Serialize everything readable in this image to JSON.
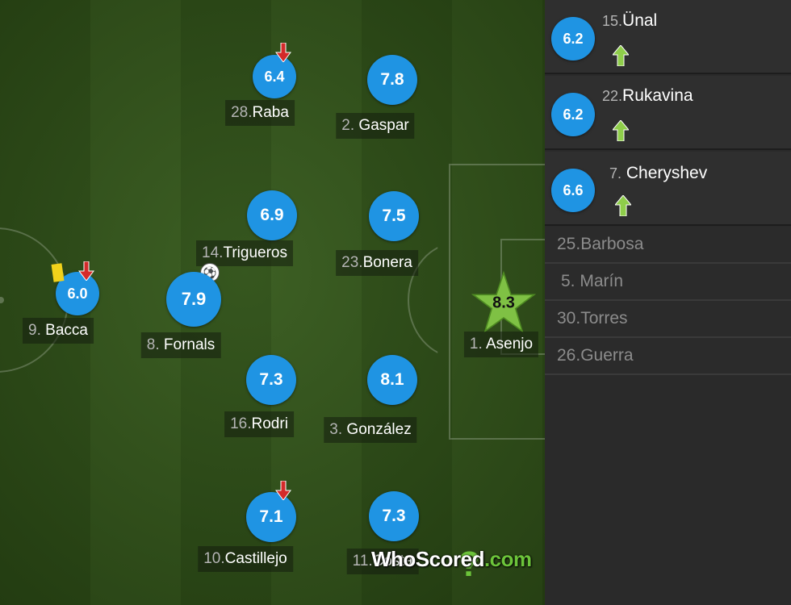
{
  "pitch": {
    "players": [
      {
        "id": "raba",
        "number": "28.",
        "name": "Raba",
        "rating": "6.4",
        "subbed_off": true
      },
      {
        "id": "gaspar",
        "number": "2.",
        "name": "Gaspar",
        "rating": "7.8"
      },
      {
        "id": "trigueros",
        "number": "14.",
        "name": "Trigueros",
        "rating": "6.9",
        "goal": true
      },
      {
        "id": "bonera",
        "number": "23.",
        "name": "Bonera",
        "rating": "7.5"
      },
      {
        "id": "bacca",
        "number": "9.",
        "name": "Bacca",
        "rating": "6.0",
        "subbed_off": true,
        "yellow_card": true
      },
      {
        "id": "fornals",
        "number": "8.",
        "name": "Fornals",
        "rating": "7.9"
      },
      {
        "id": "asenjo",
        "number": "1.",
        "name": "Asenjo",
        "rating": "8.3",
        "man_of_match": true
      },
      {
        "id": "rodri",
        "number": "16.",
        "name": "Rodri",
        "rating": "7.3"
      },
      {
        "id": "gonzalez",
        "number": "3.",
        "name": "González",
        "rating": "8.1"
      },
      {
        "id": "castillejo",
        "number": "10.",
        "name": "Castillejo",
        "rating": "7.1",
        "subbed_off": true
      },
      {
        "id": "costa",
        "number": "11.",
        "name": "Costa",
        "rating": "7.3"
      }
    ],
    "watermark": {
      "brand": "WhoScored",
      "suffix": ".com"
    }
  },
  "sidebar": {
    "substitutes_in": [
      {
        "number": "15.",
        "name": "Ünal",
        "rating": "6.2"
      },
      {
        "number": "22.",
        "name": "Rukavina",
        "rating": "6.2"
      },
      {
        "number": "7.",
        "name": "Cheryshev",
        "rating": "6.6"
      }
    ],
    "unused": [
      {
        "number": "25.",
        "name": "Barbosa"
      },
      {
        "number": "5.",
        "name": "Marín"
      },
      {
        "number": "30.",
        "name": "Torres"
      },
      {
        "number": "26.",
        "name": "Guerra"
      }
    ]
  },
  "colors": {
    "rating_bubble": "#1f94e3",
    "motm_star": "#7fc144",
    "sub_on_arrow": "#8fce4a",
    "sub_off_arrow": "#d42a2a",
    "pitch_dark": "#2e5016",
    "pitch_light": "#35591b"
  },
  "icons": {
    "sub_off": "arrow-down-icon",
    "sub_on": "arrow-up-icon",
    "goal": "football-icon",
    "card": "yellow-card-icon",
    "motm": "star-icon"
  }
}
